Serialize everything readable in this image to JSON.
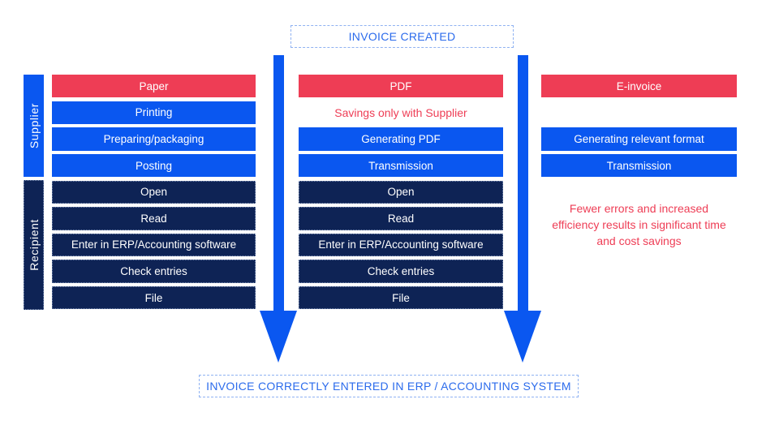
{
  "colors": {
    "red": "#ee3d55",
    "blue": "#0a57f0",
    "navy": "#0e2355",
    "banner-text": "#2b6bec",
    "banner-border": "#8fb2f2",
    "note-red": "#ee3d55"
  },
  "top_banner": {
    "label": "INVOICE CREATED"
  },
  "bottom_banner": {
    "label": "INVOICE CORRECTLY ENTERED IN ERP / ACCOUNTING SYSTEM"
  },
  "sidebar": {
    "supplier": "Supplier",
    "recipient": "Recipient"
  },
  "columns": [
    {
      "id": "paper",
      "rows": [
        {
          "kind": "header",
          "label": "Paper"
        },
        {
          "kind": "supplier",
          "label": "Printing"
        },
        {
          "kind": "supplier",
          "label": "Preparing/packaging"
        },
        {
          "kind": "supplier",
          "label": "Posting"
        },
        {
          "kind": "recipient",
          "label": "Open"
        },
        {
          "kind": "recipient",
          "label": "Read"
        },
        {
          "kind": "recipient",
          "label": "Enter in ERP/Accounting software"
        },
        {
          "kind": "recipient",
          "label": "Check entries"
        },
        {
          "kind": "recipient",
          "label": "File"
        }
      ]
    },
    {
      "id": "pdf",
      "rows": [
        {
          "kind": "header",
          "label": "PDF"
        },
        {
          "kind": "note-inline",
          "label": "Savings only with Supplier"
        },
        {
          "kind": "supplier",
          "label": "Generating PDF"
        },
        {
          "kind": "supplier",
          "label": "Transmission"
        },
        {
          "kind": "recipient",
          "label": "Open"
        },
        {
          "kind": "recipient",
          "label": "Read"
        },
        {
          "kind": "recipient",
          "label": "Enter in ERP/Accounting software"
        },
        {
          "kind": "recipient",
          "label": "Check entries"
        },
        {
          "kind": "recipient",
          "label": "File"
        }
      ]
    },
    {
      "id": "einvoice",
      "rows": [
        {
          "kind": "header",
          "label": "E-invoice"
        },
        {
          "kind": "empty",
          "label": ""
        },
        {
          "kind": "supplier",
          "label": "Generating relevant format"
        },
        {
          "kind": "supplier",
          "label": "Transmission"
        },
        {
          "kind": "note-block",
          "label": "Fewer errors and increased efficiency results in significant time and cost savings"
        }
      ]
    }
  ]
}
